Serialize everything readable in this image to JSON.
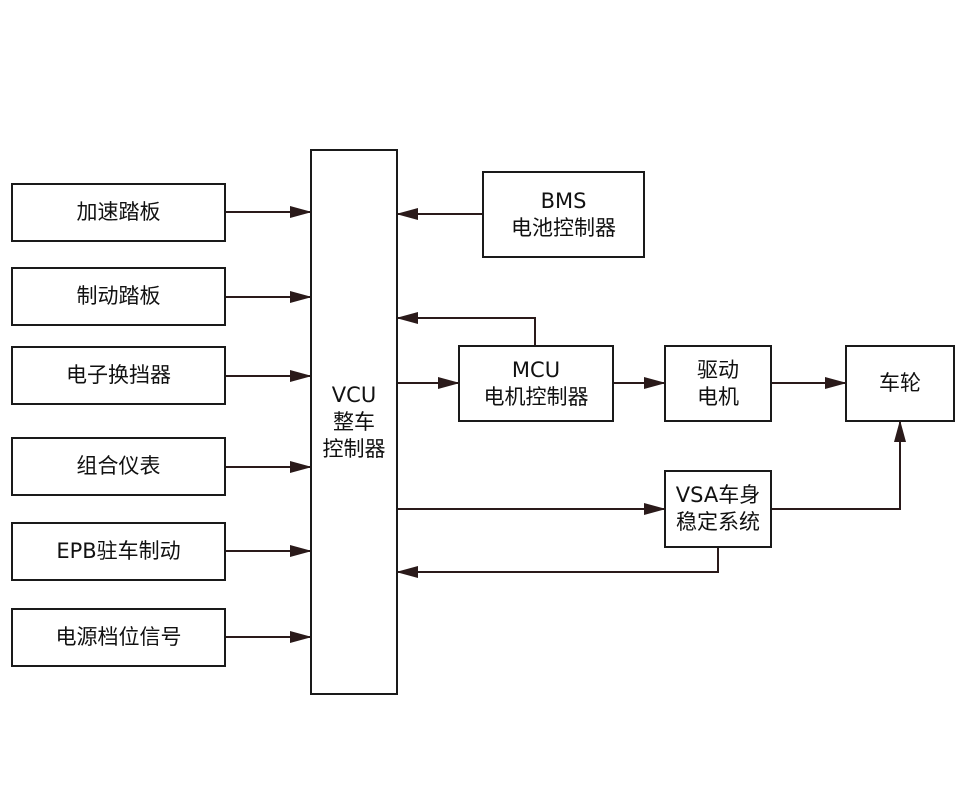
{
  "colors": {
    "line": "#2a1a1a",
    "border": "#1a1a1a",
    "text": "#111111"
  },
  "inputs": [
    {
      "label": "加速踏板"
    },
    {
      "label": "制动踏板"
    },
    {
      "label": "电子换挡器"
    },
    {
      "label": "组合仪表"
    },
    {
      "label": "EPB驻车制动"
    },
    {
      "label": "电源档位信号"
    }
  ],
  "vcu": {
    "line1": "VCU",
    "line2": "整车",
    "line3": "控制器"
  },
  "bms": {
    "line1": "BMS",
    "line2": "电池控制器"
  },
  "mcu": {
    "line1": "MCU",
    "line2": "电机控制器"
  },
  "motor": {
    "line1": "驱动",
    "line2": "电机"
  },
  "wheel": {
    "label": "车轮"
  },
  "vsa": {
    "line1": "VSA车身",
    "line2": "稳定系统"
  }
}
